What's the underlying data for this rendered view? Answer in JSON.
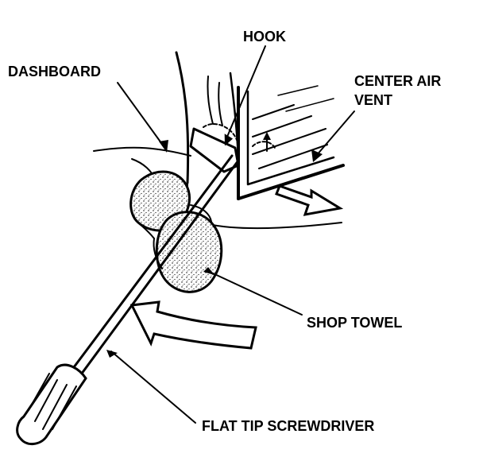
{
  "labels": {
    "hook": "HOOK",
    "dashboard": "DASHBOARD",
    "center_air_vent_line1": "CENTER AIR",
    "center_air_vent_line2": "VENT",
    "shop_towel": "SHOP TOWEL",
    "flat_tip_screwdriver": "FLAT TIP SCREWDRIVER"
  },
  "colors": {
    "ink": "#000000",
    "background": "#ffffff"
  }
}
